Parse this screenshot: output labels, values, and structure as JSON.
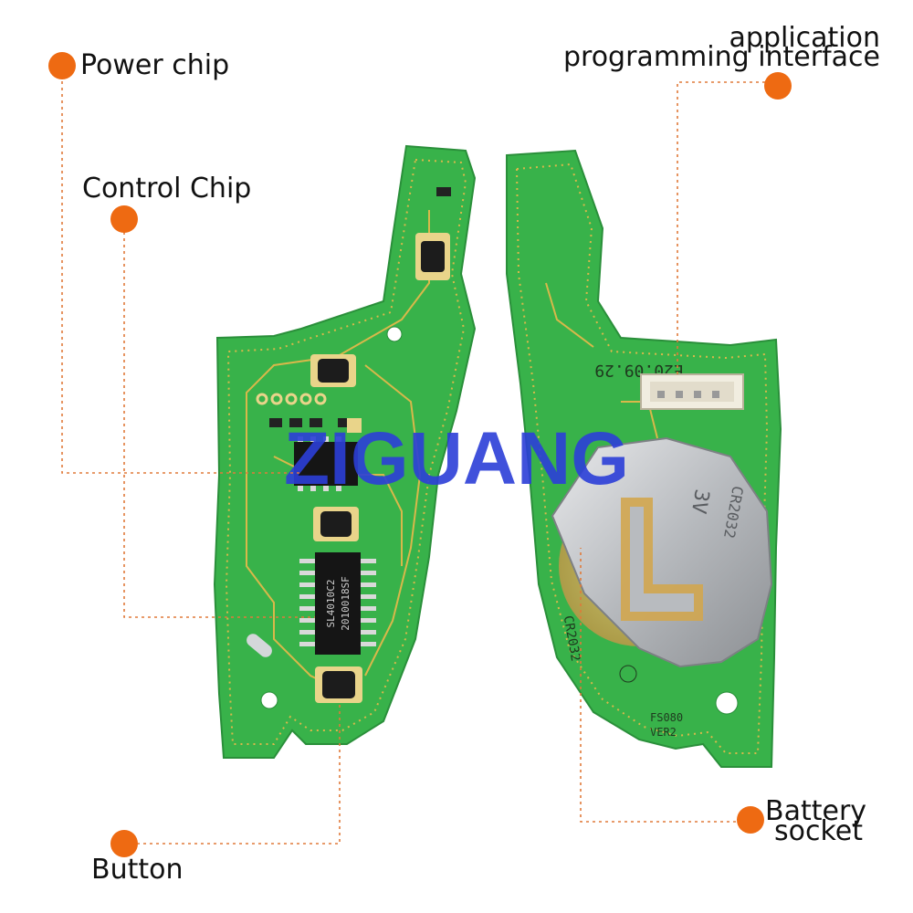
{
  "labels": {
    "power_chip": "Power chip",
    "control_chip": "Control Chip",
    "button": "Button",
    "api_line1": "application",
    "api_line2": "programming interface",
    "battery_line1": "Battery",
    "battery_line2": "socket"
  },
  "watermark": "ZIGUANG",
  "board_markings": {
    "date_code": "E20.09.29",
    "ic_line1": "SL4010C2",
    "ic_line2": "2010018SF",
    "cell_line1": "CR2032",
    "cell_line2": "3V",
    "cr_label": "CR2032",
    "version_line1": "FS080",
    "version_line2": "VER2"
  },
  "colors": {
    "pcb_green": "#38b24a",
    "pcb_light": "#5cc763",
    "trace_yellow": "#d8b84a",
    "marker_orange": "#ee6a12",
    "watermark_blue": "#2c3fd8",
    "metal": "#c7c9cc"
  }
}
